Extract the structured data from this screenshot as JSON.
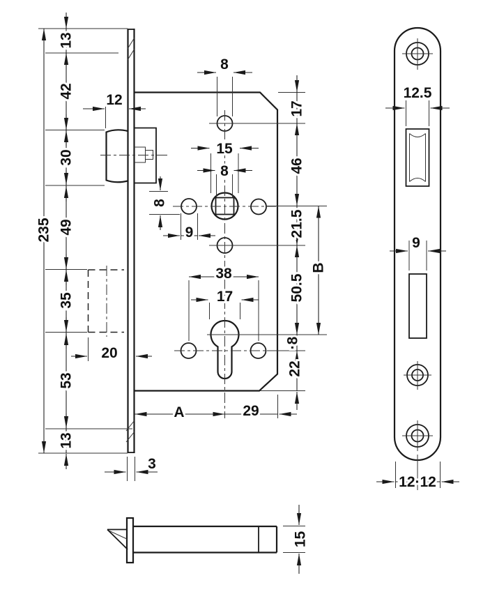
{
  "meta": {
    "background": "#ffffff",
    "line_color": "#1a1a1a"
  },
  "lock_body": {
    "left_chain": {
      "total": "235",
      "seg": [
        "13",
        "42",
        "30",
        "49",
        "35",
        "53",
        "13"
      ]
    },
    "right_chain": {
      "seg": [
        "17",
        "46",
        "21.5",
        "50.5",
        "·8",
        "22"
      ],
      "overall": "B"
    },
    "latch_projection": "12",
    "top_hole_spacing": "8",
    "follower_diameter": "15",
    "spindle_square": "8",
    "hole_offset_vertical": "8",
    "hole_offset_horizontal": "9",
    "cylinder_fixing_spacing": "38",
    "cylinder_hole_width": "17",
    "deadbolt_throw": "20",
    "backset": "A",
    "center_to_rear": "29",
    "faceplate_thickness": "3"
  },
  "faceplate_front": {
    "latch_cutout_width": "12.5",
    "bolt_cutout_width": "9",
    "half_widths": "12·12"
  },
  "latch_side_view": {
    "height": "15"
  }
}
